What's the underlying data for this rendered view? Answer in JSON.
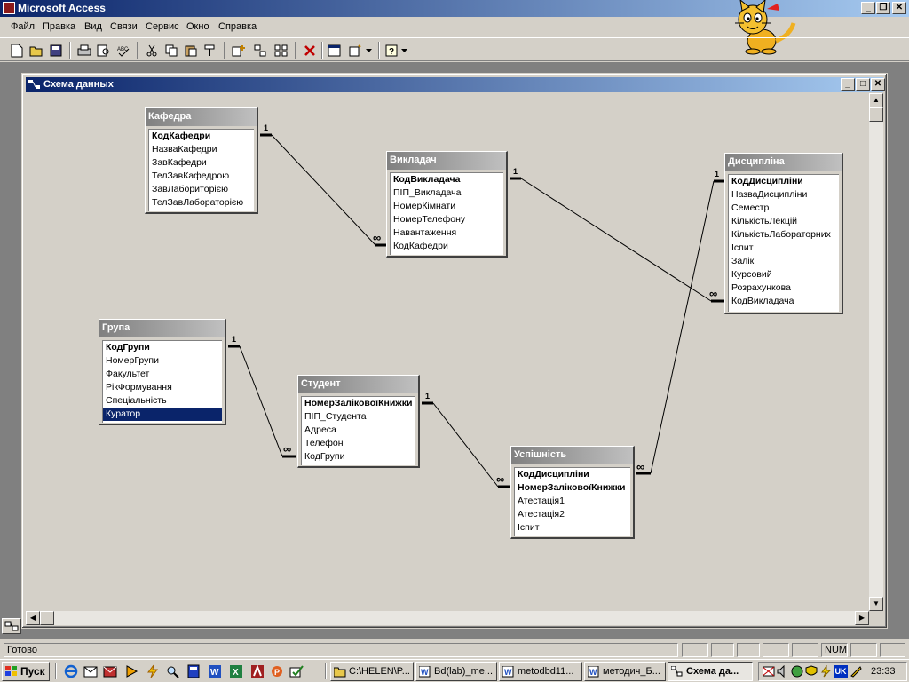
{
  "app": {
    "title": "Microsoft Access"
  },
  "menu": [
    {
      "label": "Файл"
    },
    {
      "label": "Правка"
    },
    {
      "label": "Вид"
    },
    {
      "label": "Связи"
    },
    {
      "label": "Сервис"
    },
    {
      "label": "Окно"
    },
    {
      "label": "Справка"
    }
  ],
  "window": {
    "title": "Схема данных"
  },
  "tables": {
    "kafedra": {
      "title": "Кафедра",
      "fields": [
        "КодКафедри",
        "НазваКафедри",
        "ЗавКафедри",
        "ТелЗавКафедрою",
        "ЗавЛабориторією",
        "ТелЗавЛабораторією"
      ]
    },
    "vykladach": {
      "title": "Викладач",
      "fields": [
        "КодВикладача",
        "ПІП_Викладача",
        "НомерКімнати",
        "НомерТелефону",
        "Навантаження",
        "КодКафедри"
      ]
    },
    "dyscyplina": {
      "title": "Дисципліна",
      "fields": [
        "КодДисципліни",
        "НазваДисципліни",
        "Семестр",
        "КількістьЛекцій",
        "КількістьЛабораторних",
        "Іспит",
        "Залік",
        "Курсовий",
        "Розрахункова",
        "КодВикладача"
      ]
    },
    "grupa": {
      "title": "Група",
      "fields": [
        "КодГрупи",
        "НомерГрупи",
        "Факультет",
        "РікФормування",
        "Спеціальність",
        "Куратор"
      ]
    },
    "student": {
      "title": "Студент",
      "fields": [
        "НомерЗаліковоїКнижки",
        "ПІП_Студента",
        "Адреса",
        "Телефон",
        "КодГрупи"
      ]
    },
    "uspishnist": {
      "title": "Успішність",
      "fields": [
        "КодДисципліни",
        "НомерЗаліковоїКнижки",
        "Атестація1",
        "Атестація2",
        "Іспит"
      ]
    }
  },
  "relations": {
    "one": "1",
    "many": "∞"
  },
  "statusbar": {
    "status": "Готово",
    "num": "NUM"
  },
  "taskbar": {
    "start": "Пуск",
    "tasks": [
      {
        "label": "C:\\HELEN\\P..."
      },
      {
        "label": "Bd(lab)_me..."
      },
      {
        "label": "metodbd11..."
      },
      {
        "label": "методич_Б..."
      },
      {
        "label": "Схема да..."
      }
    ],
    "clock": "23:33",
    "lang": "UK"
  }
}
